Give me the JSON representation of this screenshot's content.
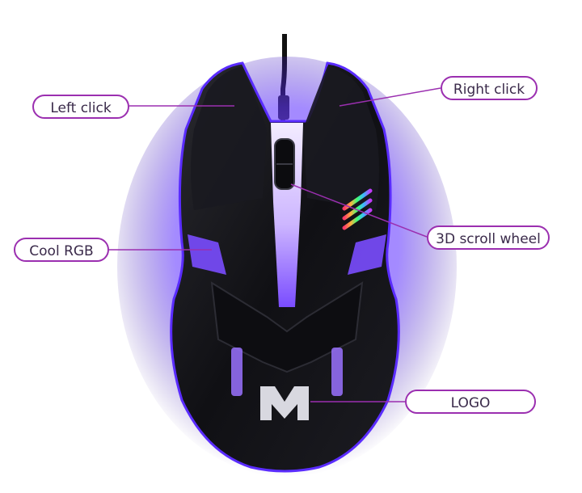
{
  "callouts": {
    "left_click": "Left click",
    "right_click": "Right click",
    "cool_rgb": "Cool RGB",
    "scroll_wheel": "3D scroll wheel",
    "logo": "LOGO"
  },
  "colors": {
    "callout_border": "#9b2fb0",
    "leader_line": "#9b2fb0",
    "mouse_body": "#141418",
    "rgb_glow": "#7a4cff",
    "light_strip": "#d9c8ff"
  },
  "icons": {
    "product": "gaming-mouse-icon",
    "brand": "m-logo-icon"
  }
}
